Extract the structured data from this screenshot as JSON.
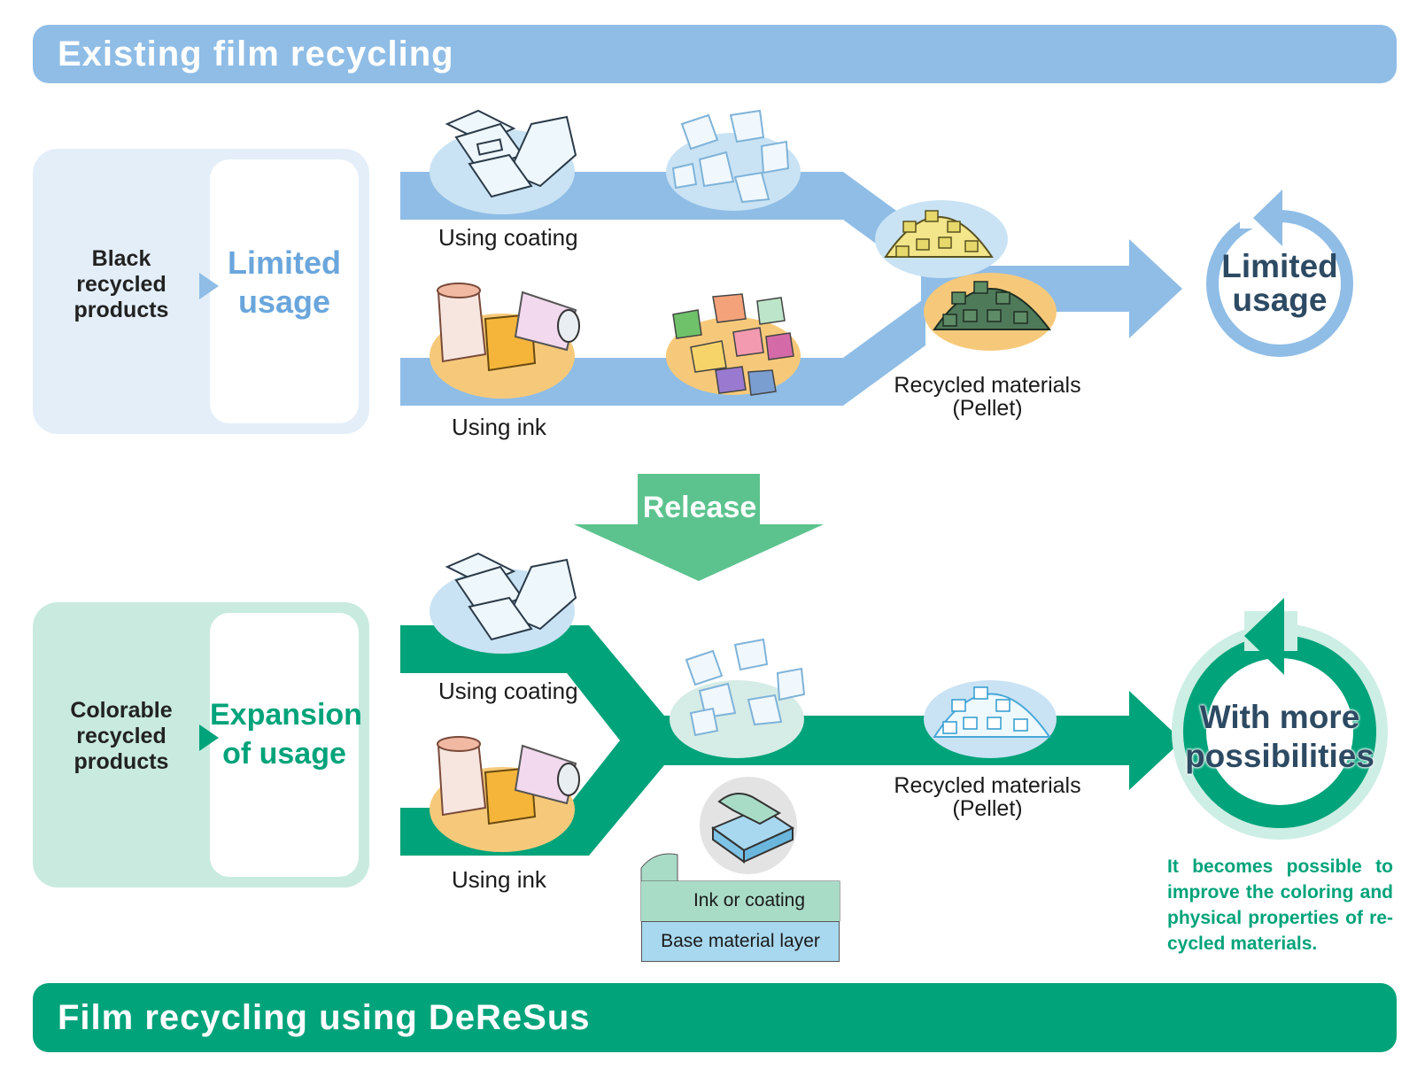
{
  "banners": {
    "top": "Existing film recycling",
    "bottom": "Film recycling using DeReSus"
  },
  "top_section": {
    "panel_text": "Black recycled products",
    "panel_big": "Limited usage",
    "label_coating": "Using coating",
    "label_ink": "Using ink",
    "pellet_label": "Recycled materials",
    "pellet_sub": "(Pellet)",
    "result": "Limited usage"
  },
  "release": "Release",
  "bottom_section": {
    "panel_text": "Colorable recycled products",
    "panel_big": "Expansion of usage",
    "label_coating": "Using coating",
    "label_ink": "Using ink",
    "pellet_label": "Recycled materials",
    "pellet_sub": "(Pellet)",
    "result": "With more possibilities",
    "layer_top": "Ink or coating",
    "layer_bottom": "Base material layer",
    "note": "It becomes possible to improve the coloring and physical properties of re-cycled materials."
  },
  "colors": {
    "light_blue": "#8fbde6",
    "green": "#00a37a",
    "release_green": "#5cc38e",
    "dark_text": "#2d4a63"
  }
}
